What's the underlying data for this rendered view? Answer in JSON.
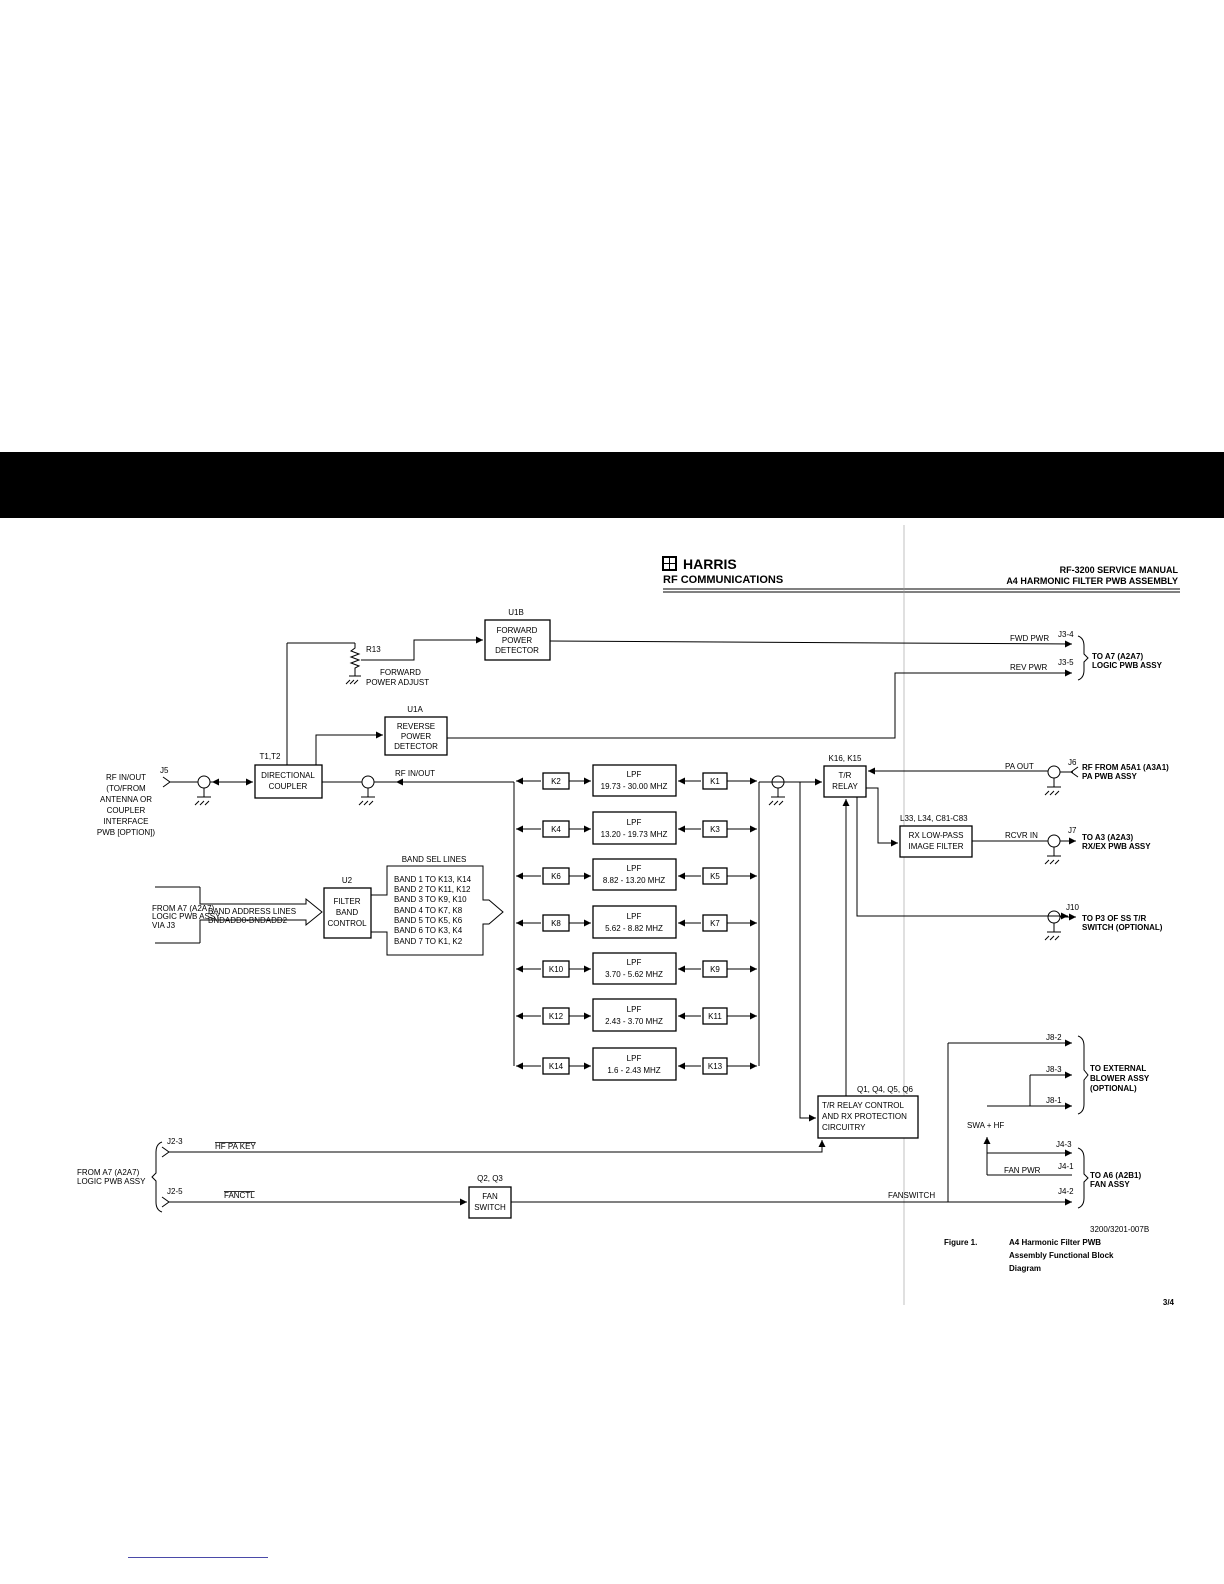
{
  "header": {
    "logo_text": "HARRIS",
    "company": "RF COMMUNICATIONS",
    "manual_title": "RF-3200 SERVICE MANUAL",
    "section_title": "A4 HARMONIC FILTER PWB ASSEMBLY"
  },
  "blocks": {
    "u1b": {
      "ref": "U1B",
      "lines": [
        "FORWARD",
        "POWER",
        "DETECTOR"
      ]
    },
    "u1a": {
      "ref": "U1A",
      "lines": [
        "REVERSE",
        "POWER",
        "DETECTOR"
      ]
    },
    "coupler": {
      "ref": "T1,T2",
      "lines": [
        "DIRECTIONAL",
        "COUPLER"
      ]
    },
    "u2": {
      "ref": "U2",
      "lines": [
        "FILTER",
        "BAND",
        "CONTROL"
      ]
    },
    "tr_relay": {
      "ref": "K16, K15",
      "lines": [
        "T/R",
        "RELAY"
      ]
    },
    "rx_filter": {
      "ref": "L33, L34, C81-C83",
      "lines": [
        "RX LOW-PASS",
        "IMAGE FILTER"
      ]
    },
    "tr_control": {
      "ref": "Q1, Q4, Q5, Q6",
      "lines": [
        "T/R RELAY CONTROL",
        "AND RX PROTECTION",
        "CIRCUITRY"
      ]
    },
    "fan_switch": {
      "ref": "Q2, Q3",
      "lines": [
        "FAN",
        "SWITCH"
      ]
    }
  },
  "filters": [
    {
      "left": "K2",
      "right": "K1",
      "lpf": "LPF",
      "range": "19.73 - 30.00 MHZ"
    },
    {
      "left": "K4",
      "right": "K3",
      "lpf": "LPF",
      "range": "13.20 - 19.73 MHZ"
    },
    {
      "left": "K6",
      "right": "K5",
      "lpf": "LPF",
      "range": "8.82 - 13.20 MHZ"
    },
    {
      "left": "K8",
      "right": "K7",
      "lpf": "LPF",
      "range": "5.62 - 8.82 MHZ"
    },
    {
      "left": "K10",
      "right": "K9",
      "lpf": "LPF",
      "range": "3.70 - 5.62 MHZ"
    },
    {
      "left": "K12",
      "right": "K11",
      "lpf": "LPF",
      "range": "2.43 - 3.70 MHZ"
    },
    {
      "left": "K14",
      "right": "K13",
      "lpf": "LPF",
      "range": "1.6 - 2.43 MHZ"
    }
  ],
  "band_sel": {
    "title": "BAND SEL LINES",
    "lines": [
      "BAND 1 TO K13, K14",
      "BAND 2 TO K11, K12",
      "BAND 3 TO K9, K10",
      "BAND 4 TO K7, K8",
      "BAND 5 TO K5, K6",
      "BAND 6 TO K3, K4",
      "BAND 7 TO K1, K2"
    ]
  },
  "labels": {
    "r13": "R13",
    "fwd_adjust": [
      "FORWARD",
      "POWER ADJUST"
    ],
    "j5": "J5",
    "rf_in_out_left": [
      "RF IN/OUT",
      "(TO/FROM",
      "ANTENNA OR",
      "COUPLER",
      "INTERFACE",
      "PWB [OPTION])"
    ],
    "rf_in_out_mid": "RF IN/OUT",
    "from_a7_band": [
      "FROM A7 (A2A7)",
      "LOGIC PWB ASSY",
      "VIA J3"
    ],
    "band_addr": [
      "BAND ADDRESS LINES",
      "BNDADD0-BNDADD2"
    ],
    "fwd_pwr": "FWD PWR",
    "rev_pwr": "REV PWR",
    "j3_4": "J3-4",
    "j3_5": "J3-5",
    "to_a7": [
      "TO A7 (A2A7)",
      "LOGIC PWB ASSY"
    ],
    "pa_out": "PA OUT",
    "j6": "J6",
    "rf_from_a5": [
      "RF FROM A5A1 (A3A1)",
      "PA PWB ASSY"
    ],
    "rcvr_in": "RCVR IN",
    "j7": "J7",
    "to_a3": [
      "TO A3 (A2A3)",
      "RX/EX PWB ASSY"
    ],
    "j10": "J10",
    "to_p3": [
      "TO P3 OF SS T/R",
      "SWITCH (OPTIONAL)"
    ],
    "j8_2": "J8-2",
    "j8_3": "J8-3",
    "j8_1": "J8-1",
    "to_blower": [
      "TO EXTERNAL",
      "BLOWER ASSY",
      "(OPTIONAL)"
    ],
    "swa_hf": "SWA + HF",
    "j4_3": "J4-3",
    "j4_1": "J4-1",
    "j4_2": "J4-2",
    "fan_pwr": "FAN PWR",
    "to_a6": [
      "TO A6 (A2B1)",
      "FAN ASSY"
    ],
    "from_a7_logic": [
      "FROM A7 (A2A7)",
      "LOGIC PWB ASSY"
    ],
    "j2_3": "J2-3",
    "j2_5": "J2-5",
    "hf_pa_key": "HF PA KEY",
    "fanctl": "FANCTL",
    "fanswitch": "FANSWITCH"
  },
  "caption": {
    "code": "3200/3201-007B",
    "figure": "Figure 1.",
    "title": [
      "A4 Harmonic Filter PWB",
      "Assembly Functional Block",
      "Diagram"
    ]
  },
  "page_number": "3/4"
}
